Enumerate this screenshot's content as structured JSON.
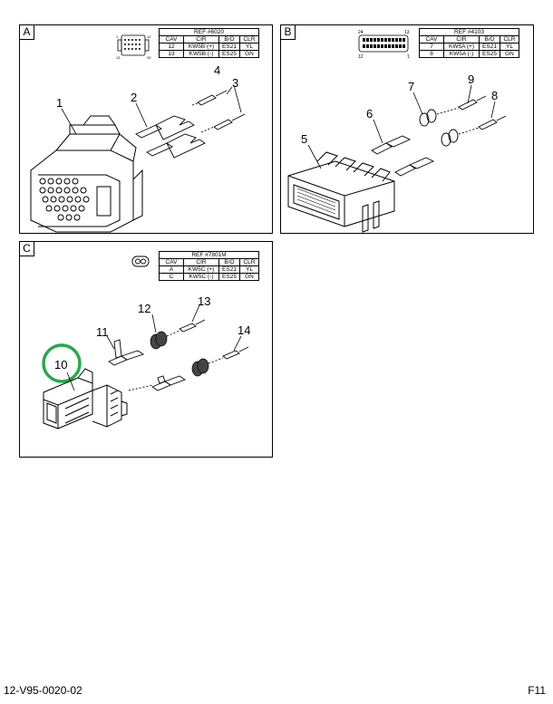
{
  "panels": {
    "a": {
      "label": "A",
      "ref": {
        "title": "REF #6020",
        "headers": [
          "CAV",
          "CIR",
          "B/O",
          "CLR"
        ],
        "rows": [
          [
            "12",
            "KW5B (+)",
            "ES21",
            "YL"
          ],
          [
            "13",
            "KW5B (-)",
            "ES25",
            "GN"
          ]
        ]
      },
      "connector_pins": {
        "top_left": "1",
        "top_right": "12",
        "bottom_left": "13",
        "bottom_right": "26"
      },
      "callouts": [
        "1",
        "2",
        "3",
        "4"
      ]
    },
    "b": {
      "label": "B",
      "ref": {
        "title": "REF #4103",
        "headers": [
          "CAV",
          "CIR",
          "B/O",
          "CLR"
        ],
        "rows": [
          [
            "7",
            "KW5A (+)",
            "ES21",
            "YL"
          ],
          [
            "8",
            "KW5A (-)",
            "ES25",
            "GN"
          ]
        ]
      },
      "connector_pins": {
        "top_left": "24",
        "top_right": "13",
        "bottom_left": "12",
        "bottom_right": "1"
      },
      "callouts": [
        "5",
        "6",
        "7",
        "8",
        "9"
      ]
    },
    "c": {
      "label": "C",
      "ref": {
        "title": "REF #7801M",
        "headers": [
          "CAV",
          "CIR",
          "B/O",
          "CLR"
        ],
        "rows": [
          [
            "A",
            "KW5C (+)",
            "ES21",
            "YL"
          ],
          [
            "C",
            "KW5C (-)",
            "ES25",
            "GN"
          ]
        ]
      },
      "callouts": [
        "10",
        "11",
        "12",
        "13",
        "14"
      ],
      "highlight_color": "#2aa84a"
    }
  },
  "footer": {
    "doc_number": "12-V95-0020-02",
    "page_code": "F11"
  }
}
